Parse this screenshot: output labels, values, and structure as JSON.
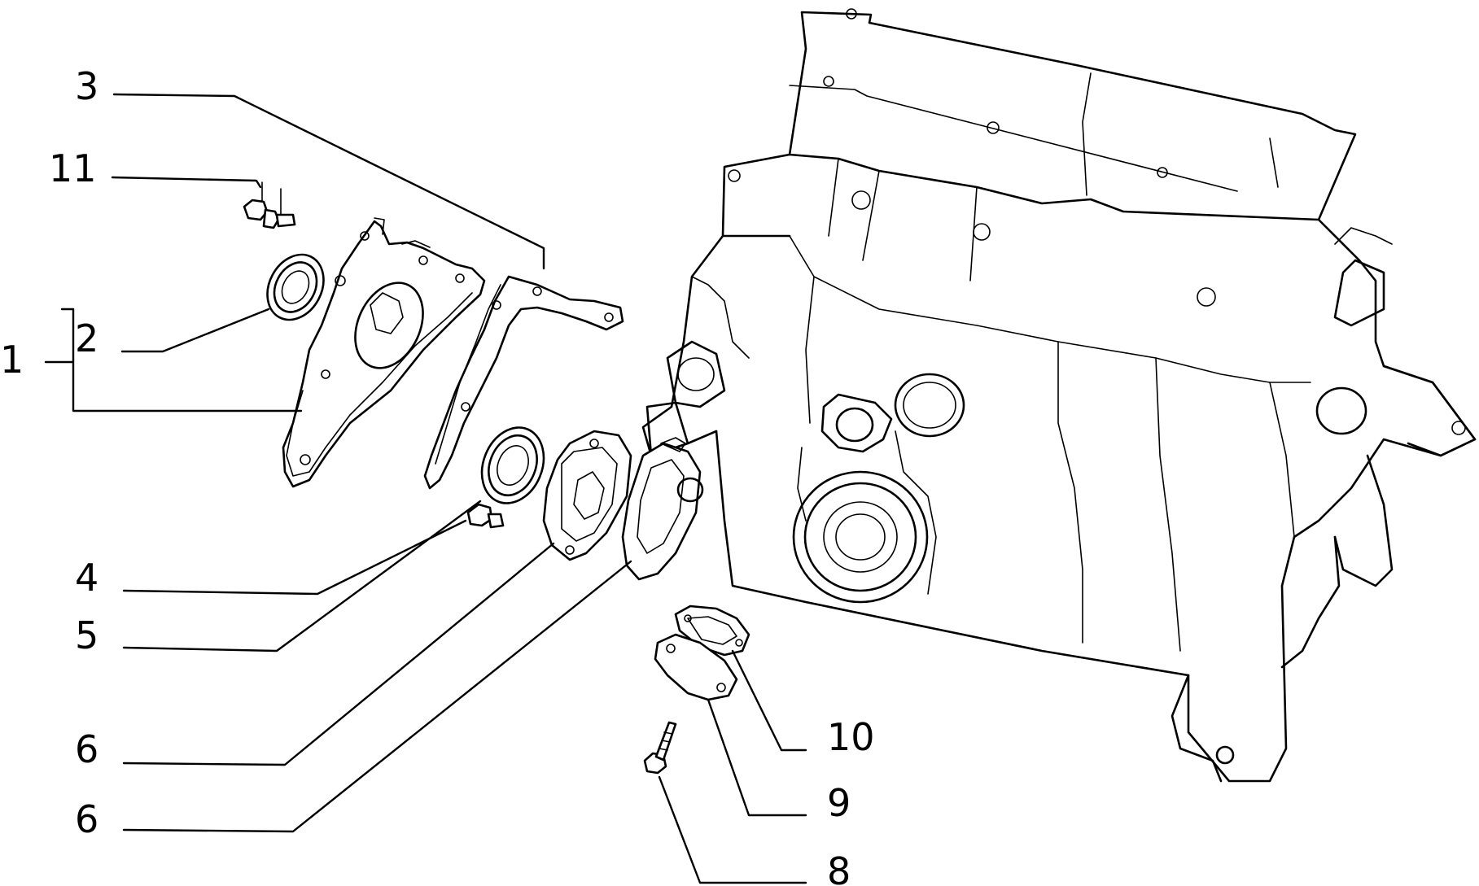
{
  "diagram": {
    "background_color": "#ffffff",
    "line_color": "#000000",
    "callouts": [
      {
        "id": "c1",
        "label": "1"
      },
      {
        "id": "c2",
        "label": "2"
      },
      {
        "id": "c3",
        "label": "3"
      },
      {
        "id": "c4",
        "label": "4"
      },
      {
        "id": "c5",
        "label": "5"
      },
      {
        "id": "c6a",
        "label": "6"
      },
      {
        "id": "c6b",
        "label": "6"
      },
      {
        "id": "c8",
        "label": "8"
      },
      {
        "id": "c9",
        "label": "9"
      },
      {
        "id": "c10",
        "label": "10"
      },
      {
        "id": "c11",
        "label": "11"
      }
    ]
  }
}
